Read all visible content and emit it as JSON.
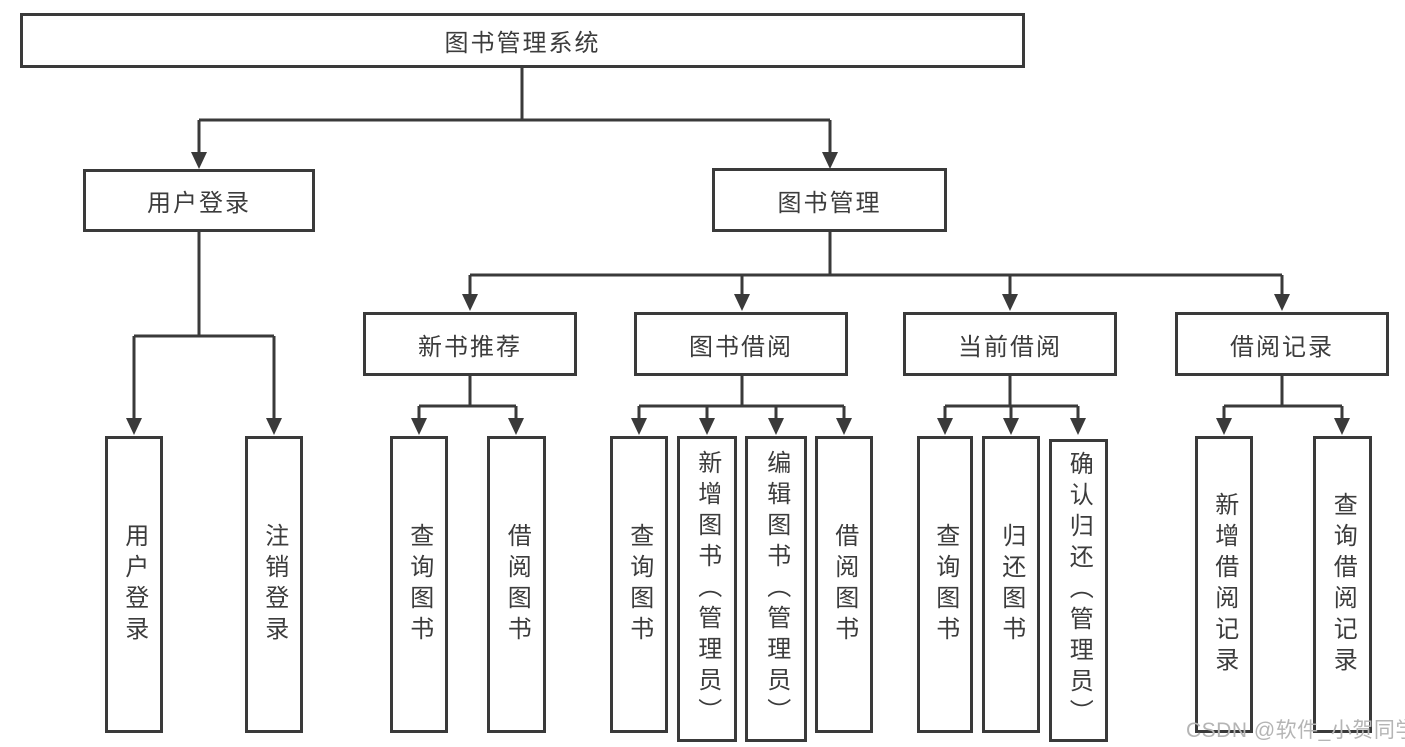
{
  "colors": {
    "line": "#3a3a3a",
    "text": "#3c3c3c",
    "box_background": "#ffffff",
    "watermark": "#b5b5b5",
    "page_background": "#ffffff"
  },
  "tree": {
    "root": "图书管理系统",
    "branches": [
      {
        "label": "用户登录",
        "children": [
          "用户登录",
          "注销登录"
        ]
      },
      {
        "label": "图书管理",
        "sections": [
          {
            "label": "新书推荐",
            "children": [
              "查询图书",
              "借阅图书"
            ]
          },
          {
            "label": "图书借阅",
            "children": [
              "查询图书",
              "新增图书（管理员）",
              "编辑图书（管理员）",
              "借阅图书"
            ]
          },
          {
            "label": "当前借阅",
            "children": [
              "查询图书",
              "归还图书",
              "确认归还（管理员）"
            ]
          },
          {
            "label": "借阅记录",
            "children": [
              "新增借阅记录",
              "查询借阅记录"
            ]
          }
        ]
      }
    ]
  },
  "watermark": "CSDN @软件_小贺同学"
}
